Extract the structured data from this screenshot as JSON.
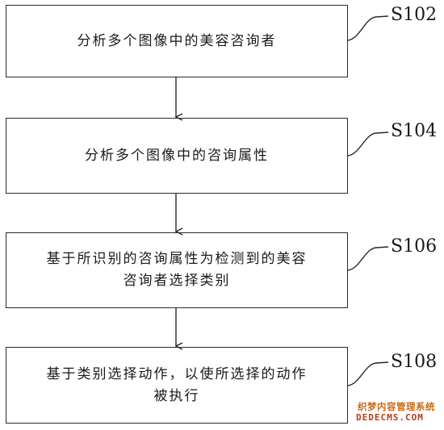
{
  "steps": [
    {
      "label": "S102",
      "text": "分析多个图像中的美容咨询者"
    },
    {
      "label": "S104",
      "text": "分析多个图像中的咨询属性"
    },
    {
      "label": "S106",
      "text": "基于所识别的咨询属性为检测到的美容\n咨询者选择类别"
    },
    {
      "label": "S108",
      "text": "基于类别选择动作，以使所选择的动作\n被执行"
    }
  ],
  "watermark": {
    "line1": "织梦内容管理系统",
    "line2": "DEDECMS.COM"
  }
}
